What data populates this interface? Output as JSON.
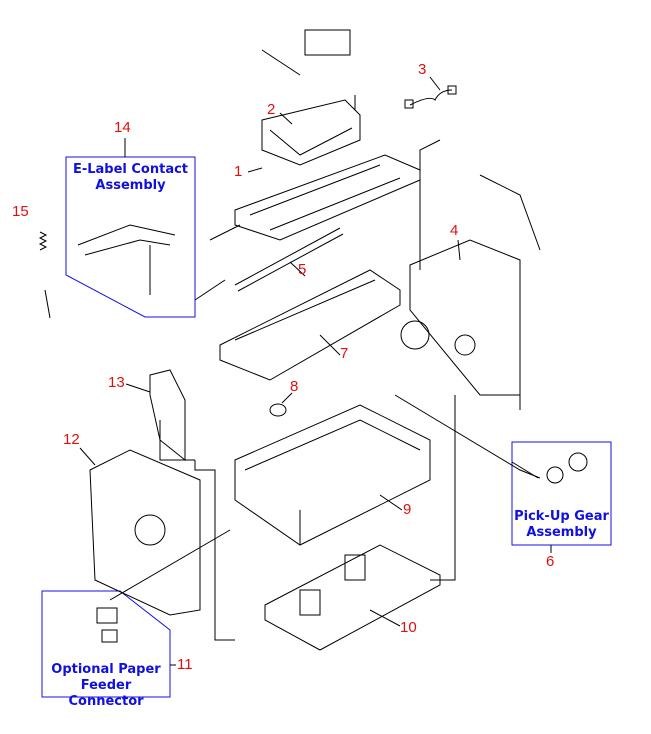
{
  "callouts": [
    "1",
    "2",
    "3",
    "4",
    "5",
    "6",
    "7",
    "8",
    "9",
    "10",
    "11",
    "12",
    "13",
    "14",
    "15"
  ],
  "assemblies": {
    "elabel": {
      "line1": "E-Label Contact",
      "line2": "Assembly"
    },
    "pickup": {
      "line1": "Pick-Up Gear",
      "line2": "Assembly"
    },
    "feeder": {
      "line1": "Optional Paper",
      "line2": "Feeder Connector"
    }
  },
  "colors": {
    "callout": "#e01010",
    "assembly_text": "#1010e0",
    "box": "#1010e0",
    "drawing": "#000000"
  }
}
